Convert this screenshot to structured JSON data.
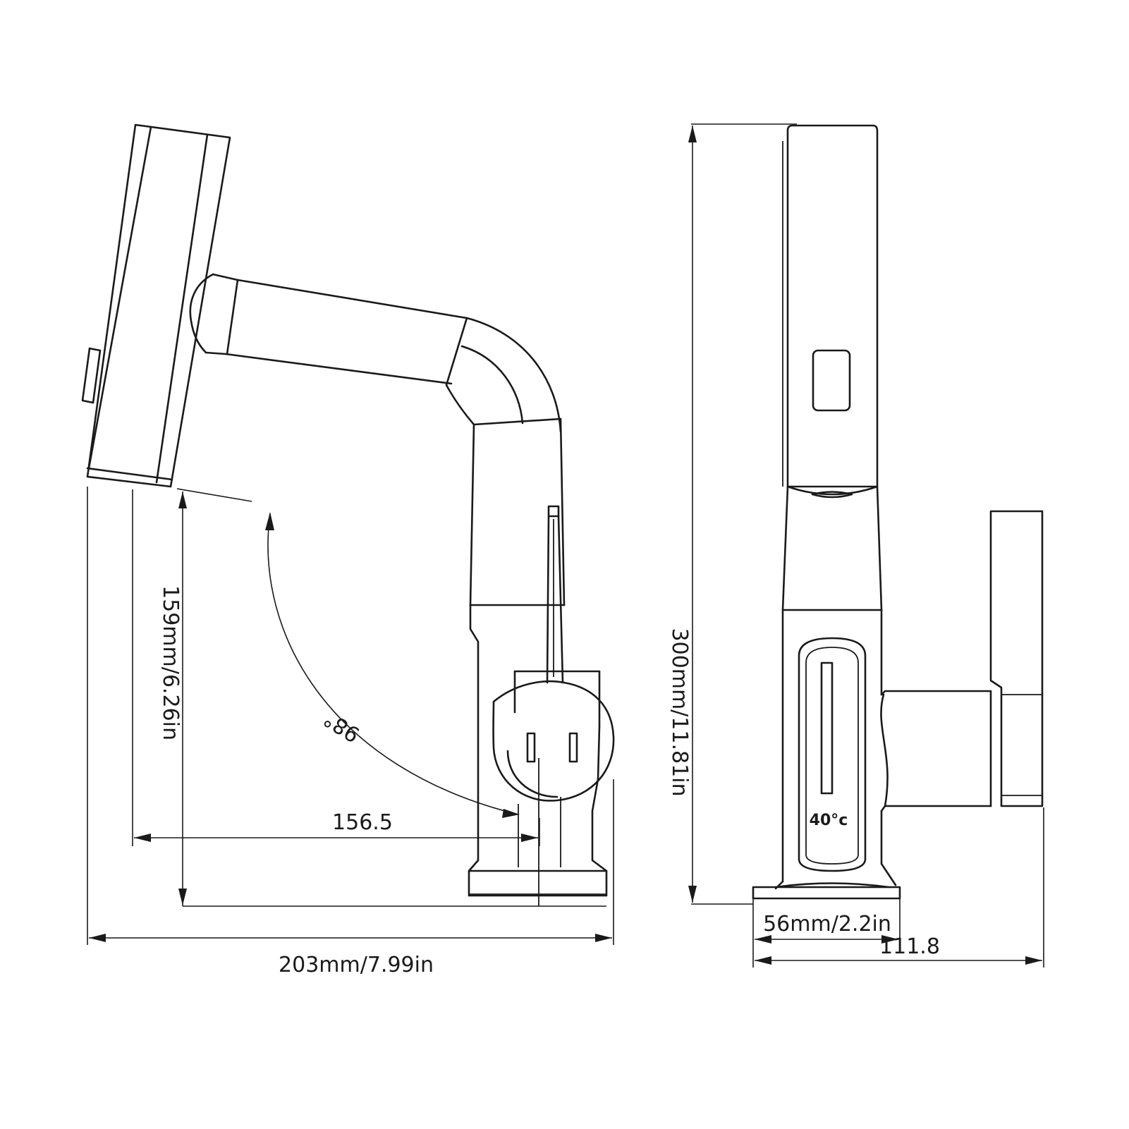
{
  "side_view": {
    "total_width_label": "203mm/7.99in",
    "reach_label": "156.5",
    "height_label": "159mm/6.26in",
    "angle_label": "98°"
  },
  "front_view": {
    "total_height_label": "300mm/11.81in",
    "base_width_label": "56mm/2.2in",
    "total_depth_label": "111.8",
    "display_reading": "40°c"
  }
}
